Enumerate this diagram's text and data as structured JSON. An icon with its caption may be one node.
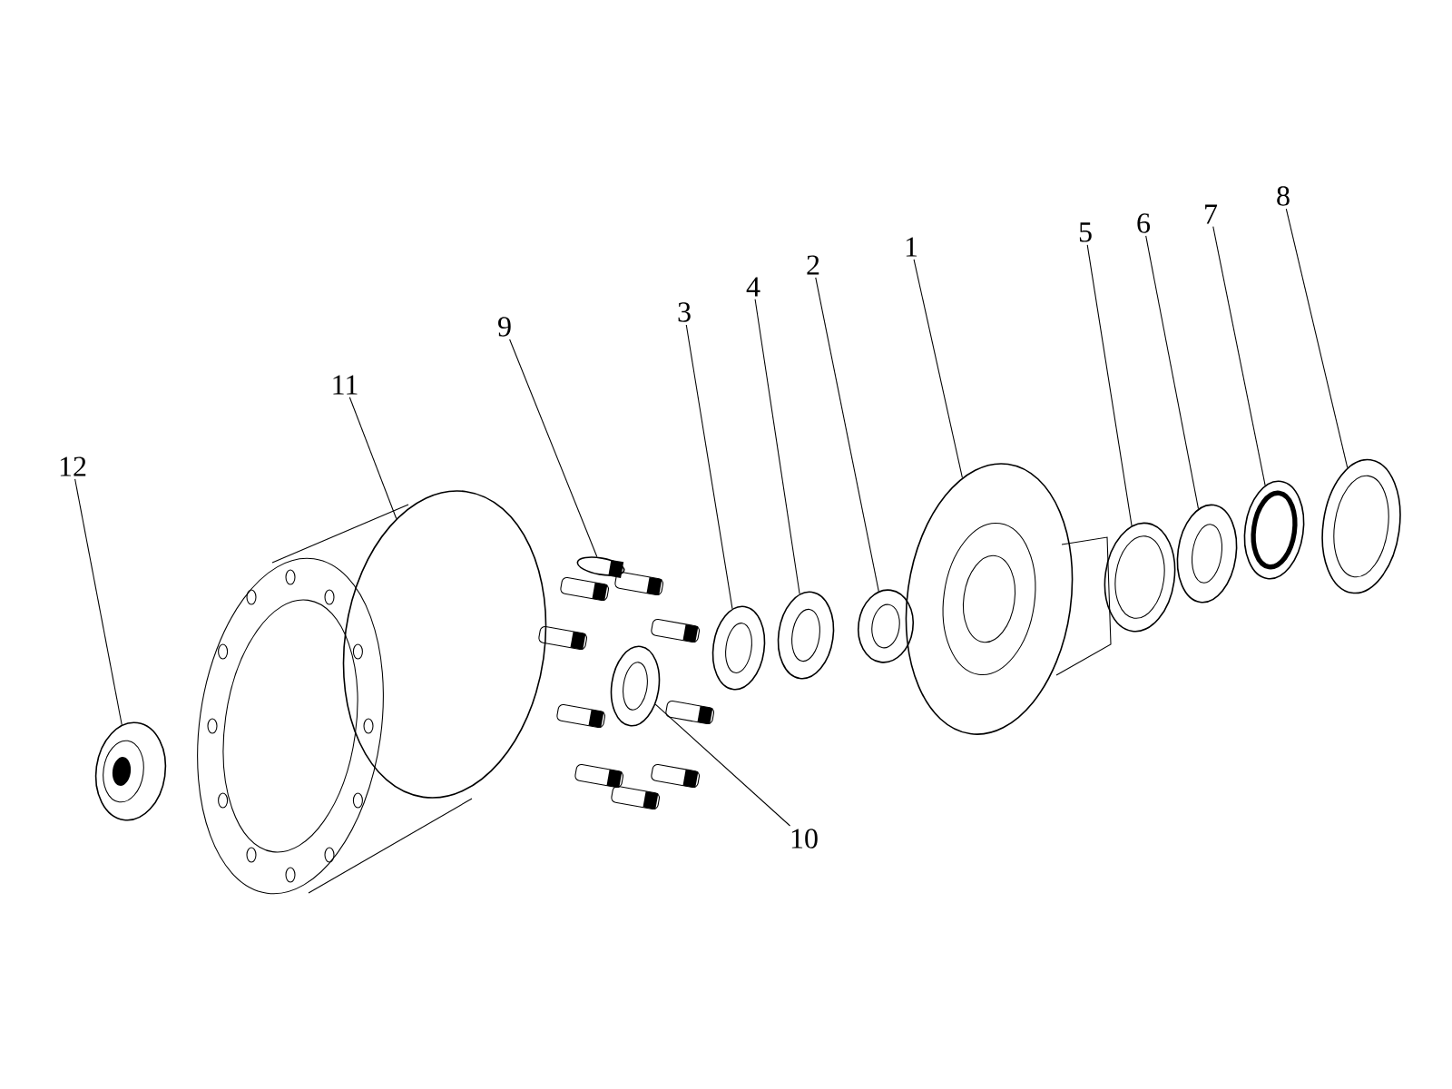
{
  "diagram": {
    "nodes": [
      {
        "text": [
          "1"
        ]
      },
      {
        "text": [
          "2"
        ]
      },
      {
        "text": [
          "3"
        ]
      },
      {
        "text": [
          "4"
        ]
      },
      {
        "text": [
          "5"
        ]
      },
      {
        "text": [
          "6"
        ]
      },
      {
        "text": [
          "7"
        ]
      },
      {
        "text": [
          "8"
        ]
      },
      {
        "text": [
          "9"
        ]
      },
      {
        "text": [
          "10"
        ]
      },
      {
        "text": [
          "11"
        ]
      },
      {
        "text": [
          "12"
        ]
      },
      {
        "text": [],
        "shape": "picture"
      },
      {
        "text": [],
        "shape": "picture"
      },
      {
        "text": [],
        "shape": "picture"
      },
      {
        "text": [],
        "shape": "picture"
      },
      {
        "text": [],
        "shape": "picture"
      },
      {
        "text": [],
        "shape": "picture"
      },
      {
        "text": [],
        "shape": "picture"
      },
      {
        "text": [],
        "shape": "picture"
      },
      {
        "text": [],
        "shape": "picture"
      },
      {
        "text": [],
        "shape": "picture"
      },
      {
        "text": [],
        "shape": "picture"
      },
      {
        "text": [],
        "shape": "picture"
      }
    ],
    "edges": [
      {
        "from": 0,
        "to": 12,
        "arrow": "none"
      },
      {
        "from": 1,
        "to": 13,
        "arrow": "none"
      },
      {
        "from": 2,
        "to": 14,
        "arrow": "none"
      },
      {
        "from": 3,
        "to": 15,
        "arrow": "none"
      },
      {
        "from": 4,
        "to": 16,
        "arrow": "none"
      },
      {
        "from": 5,
        "to": 17,
        "arrow": "none"
      },
      {
        "from": 6,
        "to": 18,
        "arrow": "none"
      },
      {
        "from": 7,
        "to": 19,
        "arrow": "none"
      },
      {
        "from": 8,
        "to": 20,
        "arrow": "none"
      },
      {
        "from": 9,
        "to": 21,
        "arrow": "none"
      },
      {
        "from": 10,
        "to": 22,
        "arrow": "none"
      },
      {
        "from": 11,
        "to": 23,
        "arrow": "none"
      }
    ]
  }
}
